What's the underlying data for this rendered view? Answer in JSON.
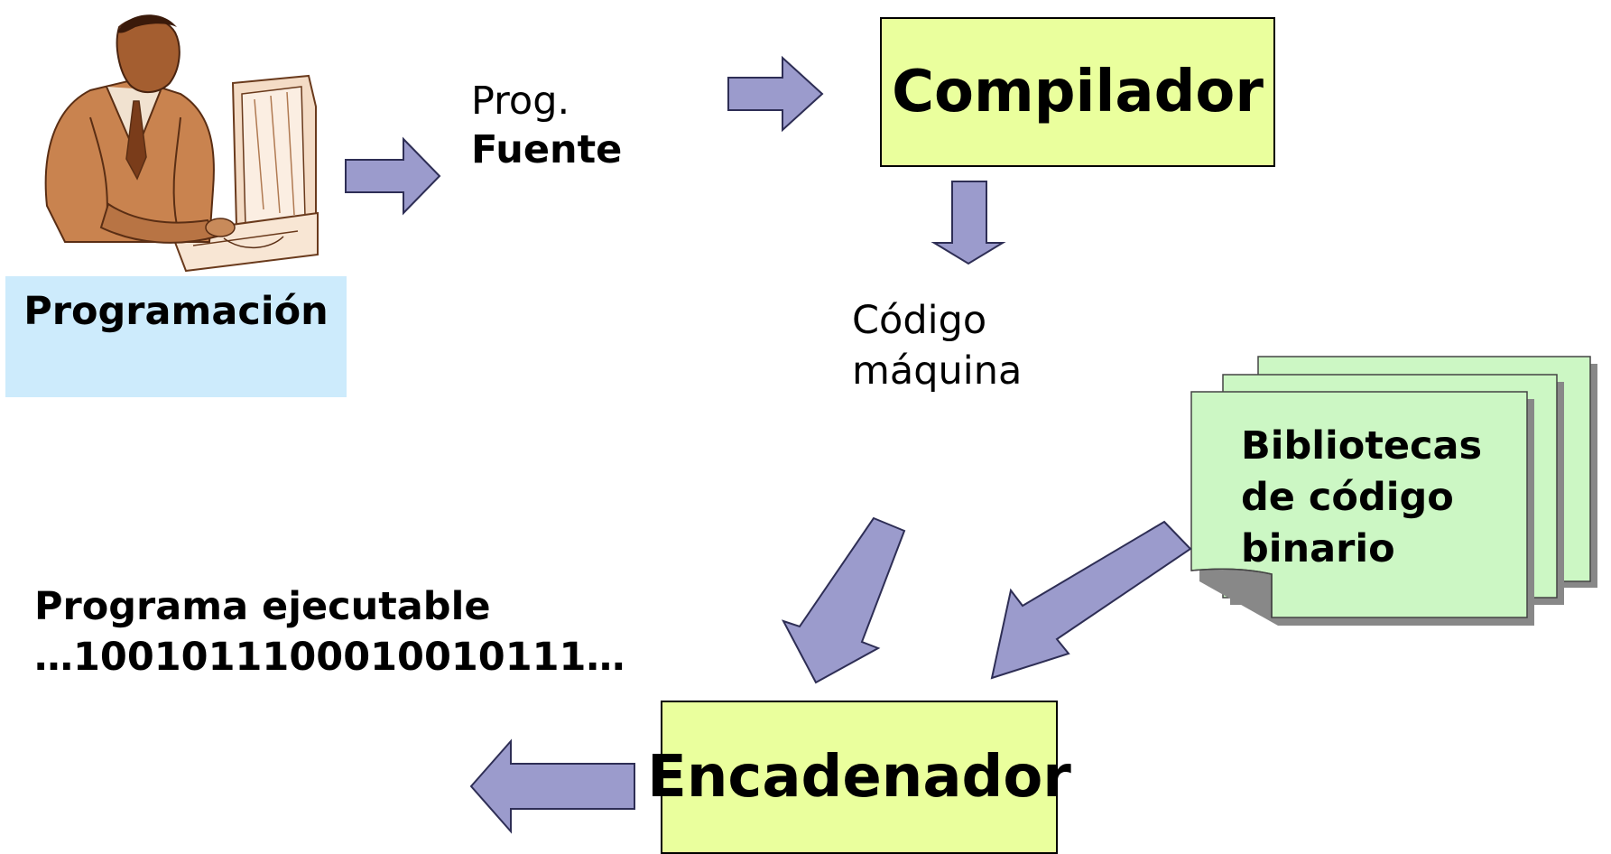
{
  "diagram": {
    "programacion_label": "Programación",
    "source_program": {
      "line1": "Prog.",
      "line2": "Fuente"
    },
    "compiler_label": "Compilador",
    "machine_code": {
      "line1": "Código",
      "line2": "máquina"
    },
    "libraries": {
      "line1": "Bibliotecas",
      "line2": "de código",
      "line3": "binario"
    },
    "executable": {
      "line1": "Programa ejecutable",
      "line2": "…1001011100010010111…"
    },
    "linker_label": "Encadenador",
    "programmer_icon": "programmer-at-computer-clipart",
    "colors": {
      "arrow_fill": "#9b9bcc",
      "process_box_fill": "#eaff9d",
      "library_fill": "#ccf7c4",
      "programacion_box_fill": "#cdebfc"
    }
  }
}
